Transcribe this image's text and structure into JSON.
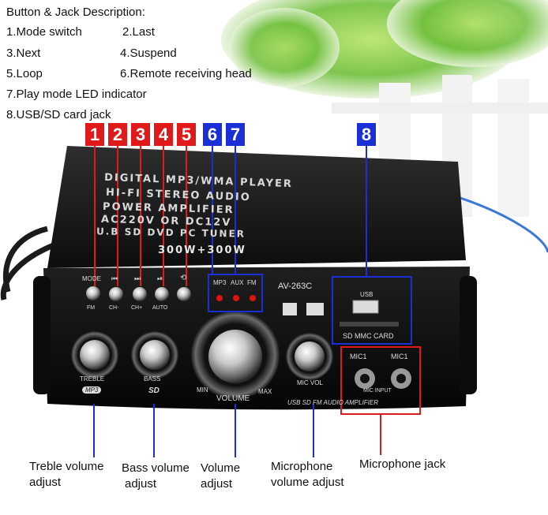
{
  "description": {
    "heading": "Button & Jack Description:",
    "items": [
      "1.Mode switch",
      "2.Last",
      "3.Next",
      "4.Suspend",
      "5.Loop",
      "6.Remote receiving head",
      "7.Play mode LED indicator",
      "8.USB/SD card jack"
    ]
  },
  "badges": [
    "1",
    "2",
    "3",
    "4",
    "5",
    "6",
    "7",
    "8"
  ],
  "captions": {
    "treble": [
      "Treble volume",
      "adjust"
    ],
    "bass": [
      "Bass volume",
      "adjust"
    ],
    "volume": [
      "Volume",
      "adjust"
    ],
    "mic_volume": [
      "Microphone",
      "volume adjust"
    ],
    "mic_jack": [
      "Microphone jack"
    ]
  },
  "device": {
    "top_lines": [
      "DIGITAL MP3/WMA PLAYER",
      "HI-FI STEREO AUDIO",
      "POWER AMPLIFIER",
      "AC220V OR DC12V",
      "U.B SD DVD PC TUNER"
    ],
    "power_rating": "300W+300W",
    "model": "AV-263C",
    "button_labels_top": [
      "MODE",
      "⏮",
      "⏭",
      "⏯",
      "⟲"
    ],
    "button_labels_bottom": [
      "FM",
      "CH-",
      "CH+",
      "AUTO"
    ],
    "led_labels": [
      "MP3",
      "AUX",
      "FM"
    ],
    "usb_label": "USB",
    "card_label": "SD MMC CARD",
    "knob_labels": {
      "treble": "TREBLE",
      "bass": "BASS",
      "volume": "VOLUME",
      "min": "MIN",
      "max": "MAX",
      "mic": "MIC VOL"
    },
    "mic_labels": [
      "MIC1",
      "MIC1",
      "MIC INPUT"
    ],
    "bottom_text": "USB SD FM AUDIO AMPLIFIER",
    "logo_mp3": "MP3",
    "logo_sd": "SD"
  },
  "colors": {
    "red": "#e01a1a",
    "blue": "#1a2fd6"
  }
}
